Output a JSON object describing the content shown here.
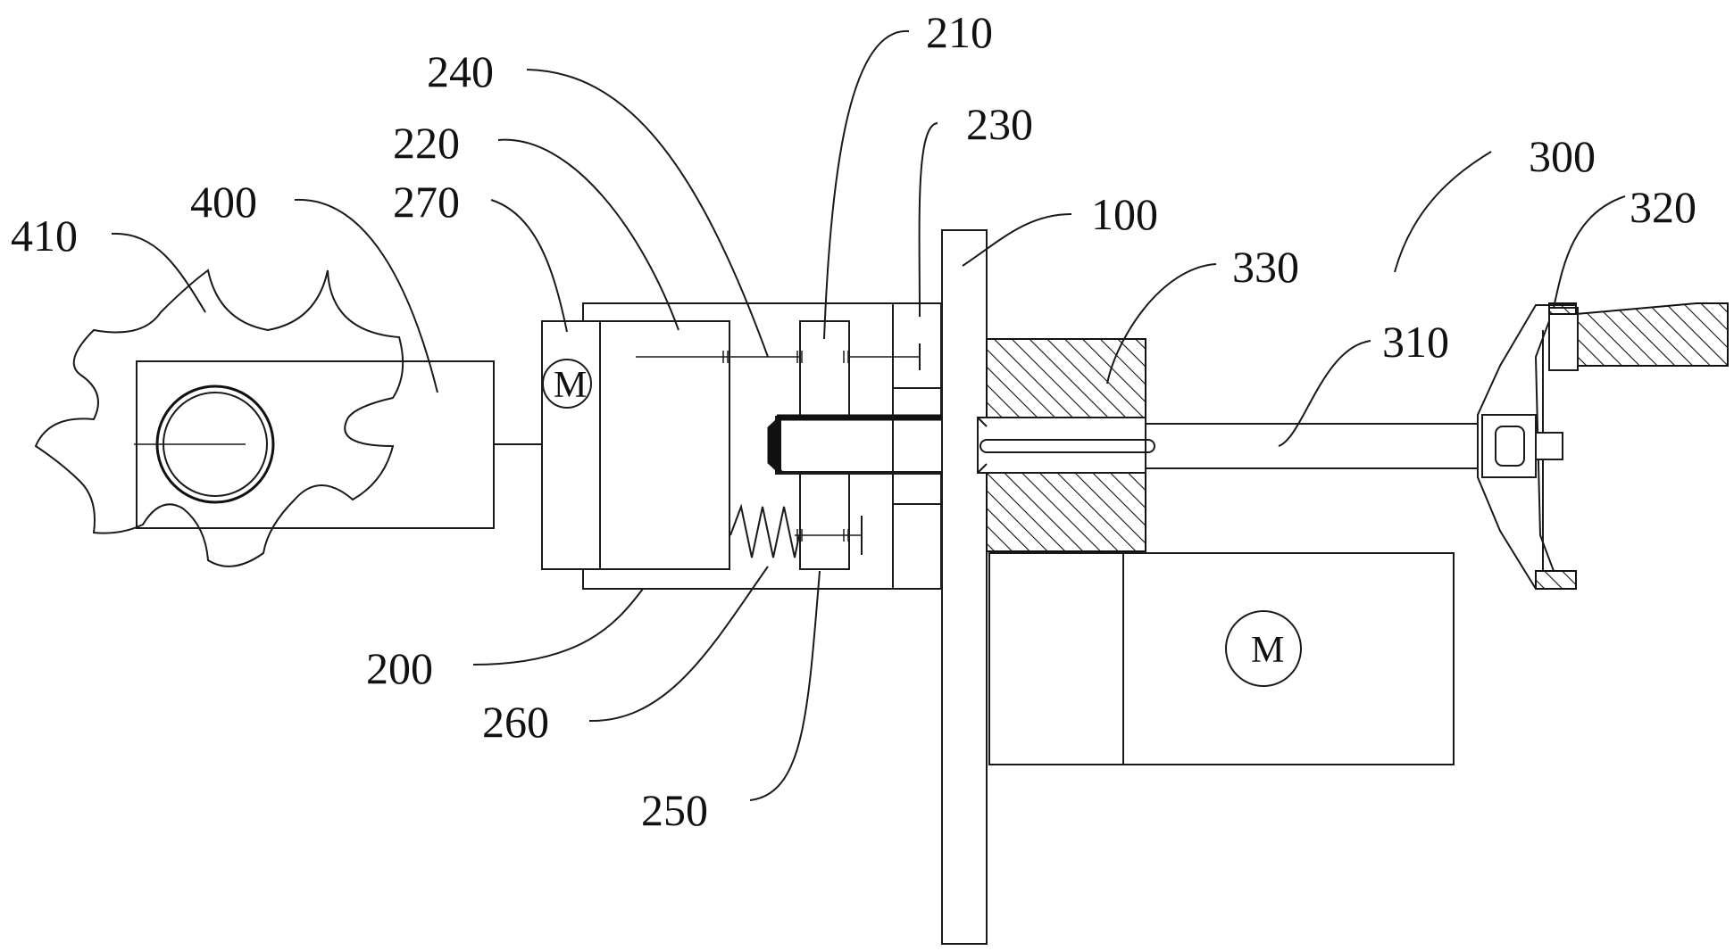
{
  "labels": {
    "l410": "410",
    "l400": "400",
    "l270": "270",
    "l220": "220",
    "l240": "240",
    "l210": "210",
    "l230": "230",
    "l100": "100",
    "l330": "330",
    "l300": "300",
    "l320": "320",
    "l310": "310",
    "l200": "200",
    "l260": "260",
    "l250": "250"
  },
  "motor_symbols": {
    "small": "M",
    "large": "M"
  }
}
